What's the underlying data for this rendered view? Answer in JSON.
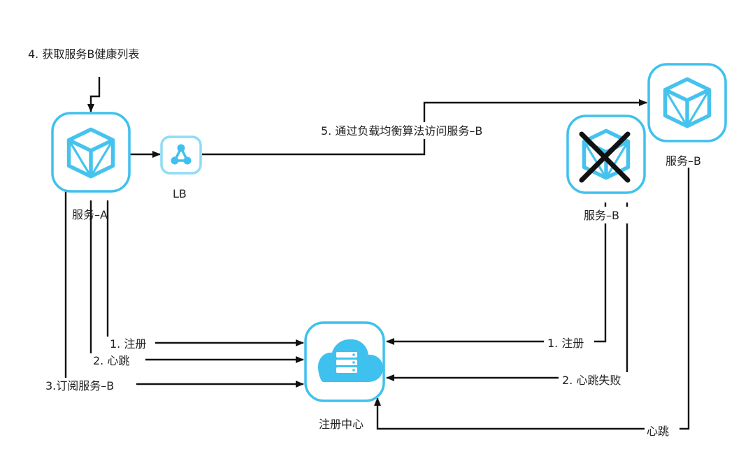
{
  "colors": {
    "accent": "#3ec1ee",
    "accent_light": "#8fdcf5",
    "line": "#111111",
    "text": "#222222"
  },
  "nodes": {
    "service_a": {
      "label": "服务–A",
      "icon": "cube-icon"
    },
    "lb": {
      "label": "LB",
      "icon": "load-balancer-icon"
    },
    "service_b_failed": {
      "label": "服务–B",
      "icon": "cube-icon",
      "status_icon": "cross-icon"
    },
    "service_b_healthy": {
      "label": "服务–B",
      "icon": "cube-icon"
    },
    "registry": {
      "label": "注册中心",
      "icon": "cloud-server-icon"
    }
  },
  "edges": {
    "step4": "4. 获取服务B健康列表",
    "step5": "5. 通过负载均衡算法访问服务–B",
    "a_register": "1. 注册",
    "a_heartbeat": "2. 心跳",
    "a_subscribe": "3.订阅服务–B",
    "b_register": "1. 注册",
    "b_heartbeat_fail": "2. 心跳失败",
    "b2_heartbeat": "心跳"
  }
}
